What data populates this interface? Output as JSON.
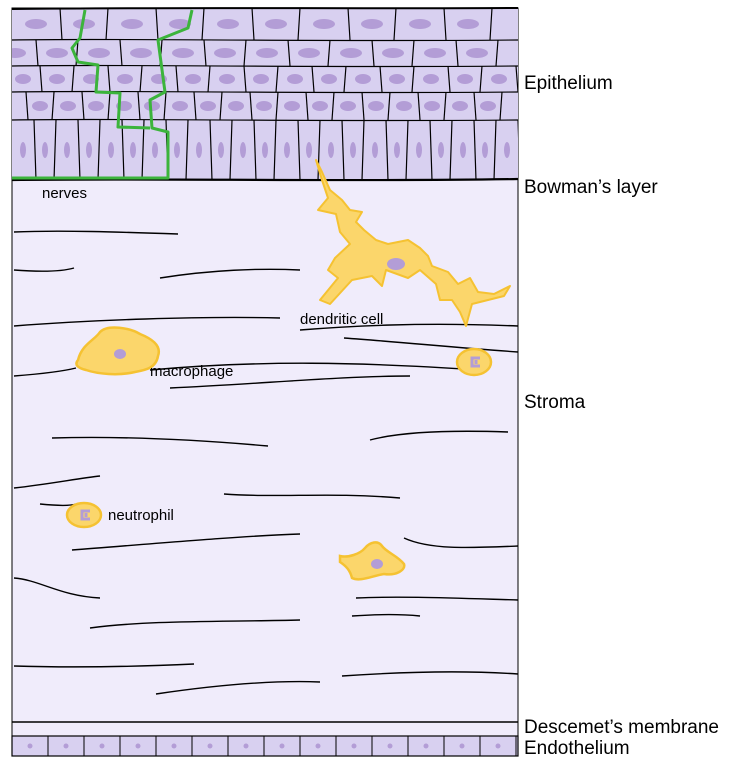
{
  "layer_labels": {
    "epithelium": "Epithelium",
    "bowmans_layer": "Bowman’s layer",
    "stroma": "Stroma",
    "descemets_membrane": "Descemet’s membrane",
    "endothelium": "Endothelium"
  },
  "cell_labels": {
    "nerves": "nerves",
    "dendritic_cell": "dendritic cell",
    "macrophage": "macrophage",
    "neutrophil": "neutrophil"
  },
  "colors": {
    "tissue_fill": "#f0ecfb",
    "epithelium_fill": "#d8d0f0",
    "nucleus": "#b39dd6",
    "immune_cell_fill": "#fbd66b",
    "immune_cell_outline": "#f5c232",
    "nerve": "#3cb43c",
    "outline": "#000000"
  }
}
